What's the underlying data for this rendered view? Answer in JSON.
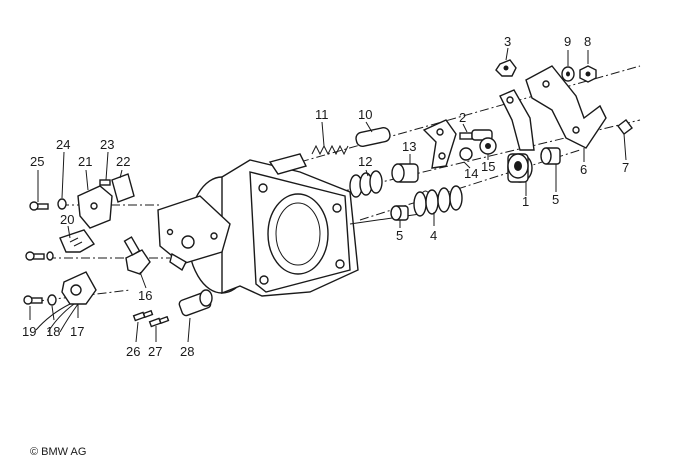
{
  "callouts": {
    "p1": "1",
    "p2": "2",
    "p3": "3",
    "p4": "4",
    "p5a": "5",
    "p5b": "5",
    "p6": "6",
    "p7": "7",
    "p8": "8",
    "p9": "9",
    "p10": "10",
    "p11": "11",
    "p12": "12",
    "p13": "13",
    "p14": "14",
    "p15": "15",
    "p16": "16",
    "p17": "17",
    "p18": "18",
    "p19": "19",
    "p20": "20",
    "p21": "21",
    "p22": "22",
    "p23": "23",
    "p24": "24",
    "p25": "25",
    "p26": "26",
    "p27": "27",
    "p28": "28"
  },
  "footer": {
    "copyright": "© BMW AG"
  }
}
